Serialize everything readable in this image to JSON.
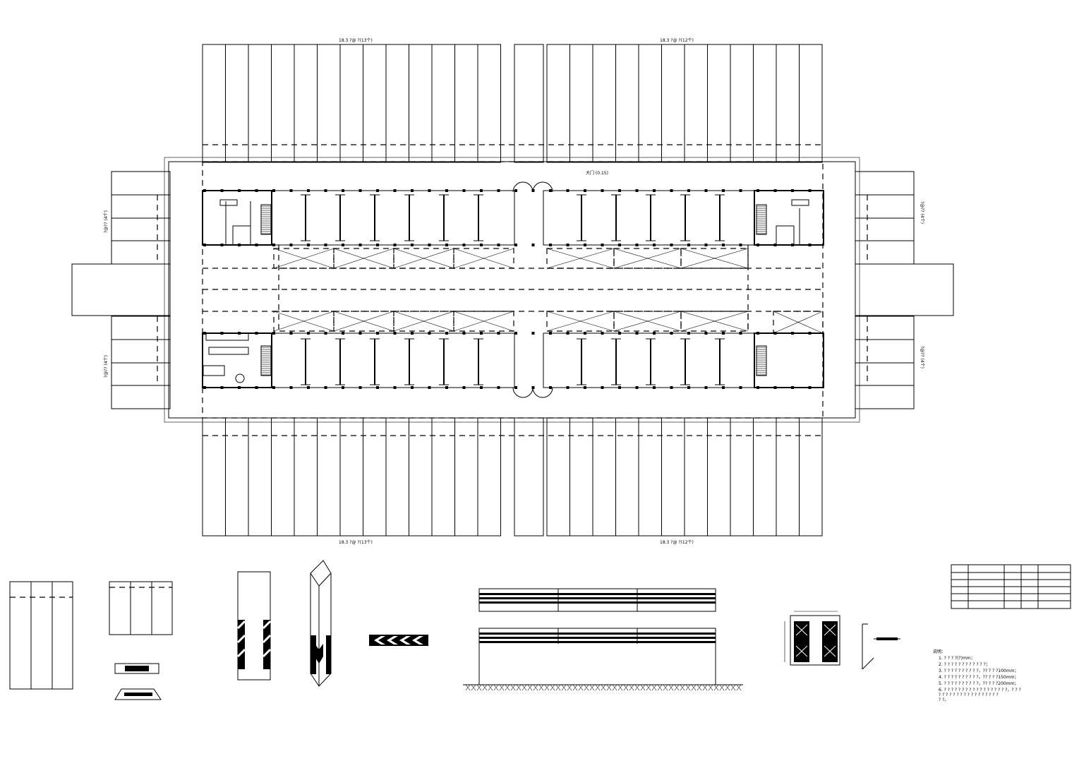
{
  "drawing": {
    "top_left_label": "18.3 ?@ ?(13个)",
    "top_right_label": "18.3 ?@ ?(12个)",
    "bottom_left_label": "18.3 ?@ ?(13个)",
    "bottom_right_label": "18.3 ?@ ?(12个)",
    "center_label": "大门 (0.15)",
    "left_upper_label": "?@?? (4个)",
    "left_lower_label": "?@?? (4个)",
    "right_upper_label": "?@?? (4个)",
    "right_lower_label": "?@?? (4个)"
  },
  "notes": {
    "title": "说明：",
    "lines": [
      "1. ? ? ? ?(?)mm；",
      "2. ? ? ? ? ? ? ? ? ? ? ? ?；",
      "3. ? ? ? ? ? ? ? ? ? ?，?? ? ? ?100mm；",
      "4. ? ? ? ? ? ? ? ? ? ?，?? ? ? ?150mm；",
      "5. ? ? ? ? ? ? ? ? ? ?，?? ? ? ?200mm；",
      "6. ? ? ? ? ? ? ? ? ? ? ? ? ? ? ? ? ? ?，? ? ?",
      "? ? ? ? ? ? ? ? ? ? ? ? ? ? ? ? ?",
      "? ?。"
    ]
  },
  "colors": {
    "line": "#000000",
    "background": "#ffffff"
  }
}
